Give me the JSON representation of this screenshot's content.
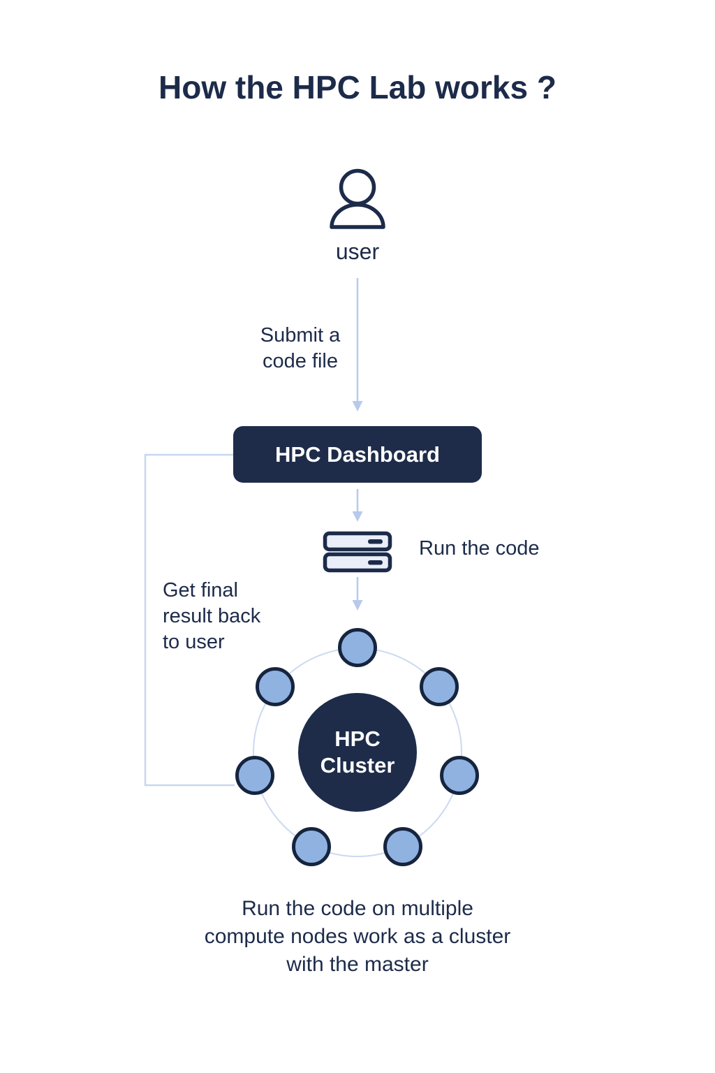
{
  "title": "How the HPC Lab works ?",
  "user": {
    "label": "user"
  },
  "submit": {
    "lines": [
      "Submit a",
      "code file"
    ]
  },
  "dashboard": {
    "label": "HPC Dashboard"
  },
  "run_code": {
    "label": "Run the code"
  },
  "feedback": {
    "lines": [
      "Get final",
      "result back",
      "to user"
    ]
  },
  "cluster": {
    "label_lines": [
      "HPC",
      "Cluster"
    ],
    "node_count": 7
  },
  "caption": {
    "lines": [
      "Run the code on multiple",
      "compute nodes work as a cluster",
      "with the master"
    ]
  },
  "colors": {
    "navy_text": "#1d2b4a",
    "navy_fill": "#1e2c4a",
    "node_fill": "#8fb2e1",
    "node_border": "#16243e",
    "connector_line": "#ccdaf0",
    "arrow": "#b7c9ec",
    "server_fill": "#e9eef8",
    "background": "#ffffff"
  }
}
